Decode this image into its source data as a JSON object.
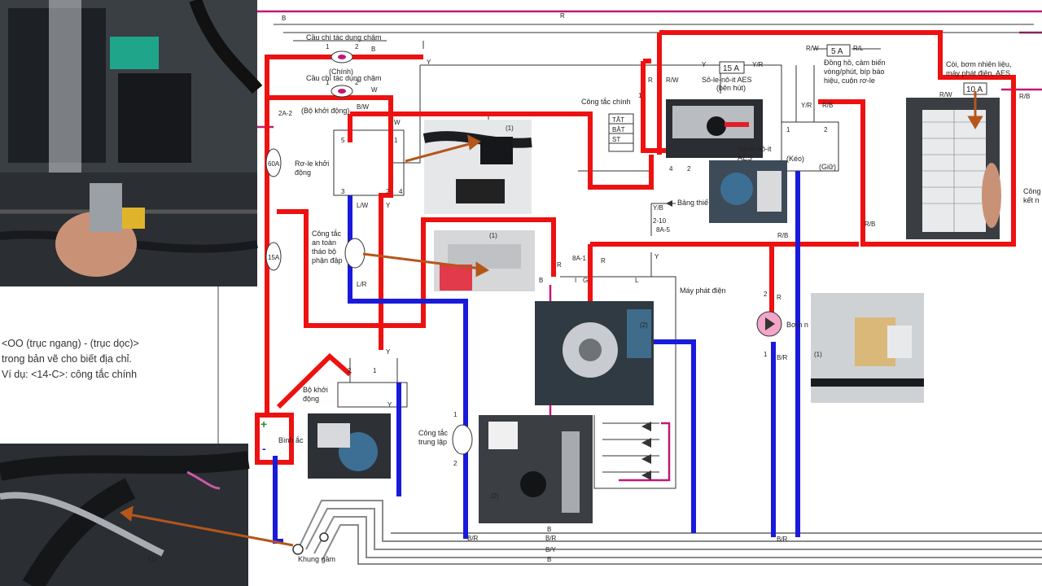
{
  "notes": {
    "line1": "<OO (trục ngang) -  (trục dọc)>",
    "line2": "trong bản vẽ cho biết địa chỉ.",
    "line3": "Ví dụ: <14-C>: công tắc chính"
  },
  "labels": {
    "fuse_slow_main": "Cầu chì tác dụng chậm",
    "main": "(Chính)",
    "fuse_slow_starter": "Cầu chì tác dụng chậm",
    "starter_group": "(Bộ khởi động)",
    "relay_starter_1": "Rơ-le khởi",
    "relay_starter_2": "động",
    "safety_sw_1": "Công tắc",
    "safety_sw_2": "an toàn",
    "safety_sw_3": "tháo bộ",
    "safety_sw_4": "phận đập",
    "starter_motor_1": "Bộ khởi",
    "starter_motor_2": "động",
    "battery": "Bình ắc",
    "chassis": "Khung gầm",
    "neutral_sw_1": "Công tắc",
    "neutral_sw_2": "trung lập",
    "main_switch": "Công tắc chính",
    "key_off": "TẮT",
    "key_on": "BẬT",
    "key_start": "ST",
    "solenoid_suction_1": "Sô-le-nô-it AES",
    "solenoid_suction_2": "(bên hút)",
    "solenoid_keep_1": "Sô-le-nô-it",
    "solenoid_keep_2": "AES",
    "keep": "(Kéo)",
    "hold": "(Giữ)",
    "generator": "Máy phát điện",
    "dashboard_1": "Đồng hồ, cảm biến",
    "dashboard_2": "vòng/phút, bíp báo",
    "dashboard_3": "hiệu, cuộn rơ-le",
    "horn_1": "Còi, bơm nhiên liệu,",
    "horn_2": "máy phát điện, AES",
    "fuel_pump": "Bơm n",
    "cong_side_1": "Công",
    "cong_side_2": "kết n",
    "dashboard_arrow": "Bảng thiế",
    "callout_1": "(1)",
    "callout_2": "(2)",
    "fuse_5a": "5 A",
    "fuse_15a": "15 A",
    "fuse_10a": "10 A",
    "fuse_60a": "60A",
    "fuse_15a_v": "15A",
    "plus": "+",
    "minus": "-"
  },
  "wire_codes": {
    "b": "B",
    "w": "W",
    "bw": "B/W",
    "lw": "L/W",
    "lr": "L/R",
    "y": "Y",
    "r": "R",
    "rw": "R/W",
    "rl": "R/L",
    "yr": "Y/R",
    "rb": "R/B",
    "br": "B/R",
    "by": "B/Y",
    "yb": "Y/B",
    "g": "G",
    "i": "I",
    "l": "L",
    "a2_24": "2A-2",
    "a8_1": "8A-1",
    "a8_5": "8A-5",
    "a2_10": "2-10",
    "n1": "1",
    "n2": "2",
    "n3": "3",
    "n4": "4",
    "n5": "5"
  },
  "colors": {
    "red_wire": "#ee1111",
    "blue_wire": "#1a1adb",
    "magenta_wire": "#c0187a",
    "gray_wire": "#8a8a8a",
    "arrow": "#b5561c",
    "pump": "#f2a6c8"
  }
}
